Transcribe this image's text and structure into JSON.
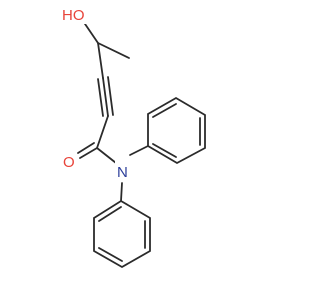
{
  "molecule": {
    "atoms": {
      "hydroxyl": "HO",
      "carbonyl_oxygen": "O",
      "amide_nitrogen": "N"
    },
    "colors": {
      "bond": "#2b2b2b",
      "oxygen": "#e8443a",
      "nitrogen": "#2c3e9a",
      "background": "#ffffff"
    }
  }
}
